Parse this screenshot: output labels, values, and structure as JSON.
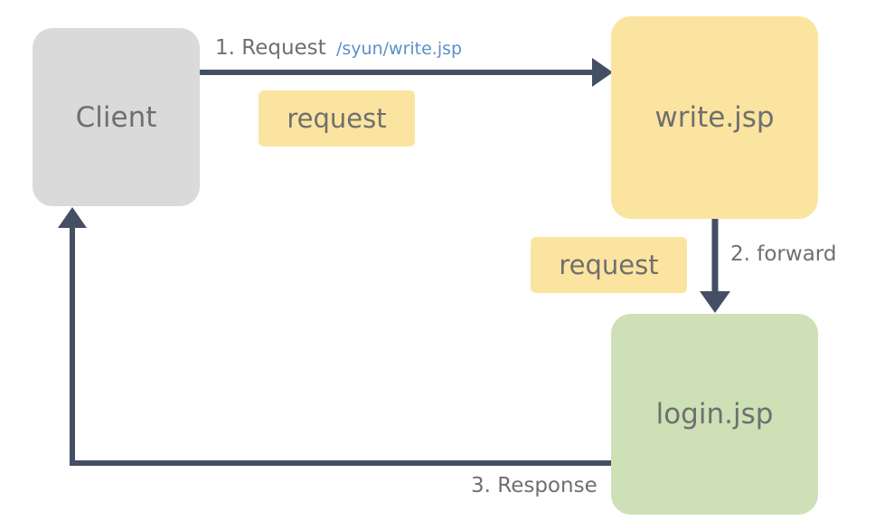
{
  "nodes": {
    "client": {
      "label": "Client",
      "color": "#dadada"
    },
    "write": {
      "label": "write.jsp",
      "color": "#fbe49f"
    },
    "login": {
      "label": "login.jsp",
      "color": "#cde0b6"
    }
  },
  "tags": {
    "first": {
      "label": "request",
      "color": "#fbe49f"
    },
    "second": {
      "label": "request",
      "color": "#fbe49f"
    }
  },
  "edges": {
    "request": {
      "label": "1. Request",
      "path": "/syun/write.jsp",
      "path_color": "#5b8fc9"
    },
    "forward": {
      "label": "2. forward"
    },
    "response": {
      "label": "3. Response"
    }
  },
  "colors": {
    "arrow": "#454f63"
  }
}
